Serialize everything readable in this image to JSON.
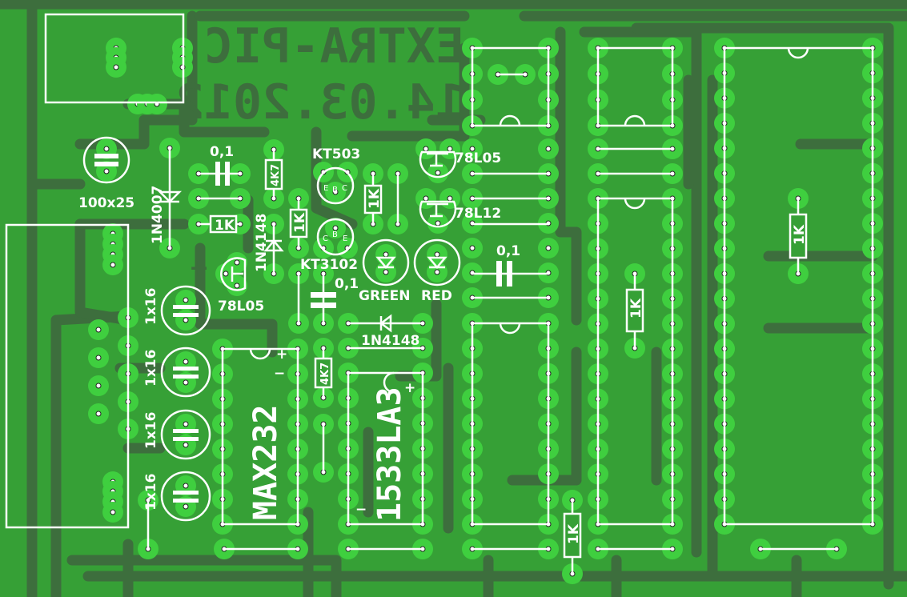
{
  "board": {
    "title": "EXTRA-PIC",
    "date": "14.03.2012",
    "colors": {
      "board": "#36a036",
      "trace": "#3d6e3d",
      "pad": "#3fcf3f",
      "silk": "#ffffff"
    }
  },
  "labels": {
    "cap_100x25": "100x25",
    "diode_1n4007": "1N4007",
    "cap_01_top": "0,1",
    "res_1k_a": "1K",
    "res_4k7_a": "4K7",
    "diode_1n4148_v": "1N4148",
    "res_1k_b": "1K",
    "kt503": "KT503",
    "kt3102": "KT3102",
    "res_1k_c": "1K",
    "reg_78l05_top": "78L05",
    "reg_78l12": "78L12",
    "led_green": "GREEN",
    "led_red": "RED",
    "reg_78l05_left": "78L05",
    "cap_01_mid": "0,1",
    "cap_01_right": "0,1",
    "diode_1n4148_h": "1N4148",
    "cap_1x16": [
      "1x16",
      "1x16",
      "1x16",
      "1x16"
    ],
    "max232": "MAX232",
    "ic_1533la3": "1533LA3",
    "res_4k7_b": "4K7",
    "res_1k_d": "1K",
    "res_1k_e": "1K",
    "res_1k_f": "1K",
    "pin_e": "E",
    "pin_b": "B",
    "pin_c": "C",
    "plus": "+",
    "minus": "−"
  }
}
